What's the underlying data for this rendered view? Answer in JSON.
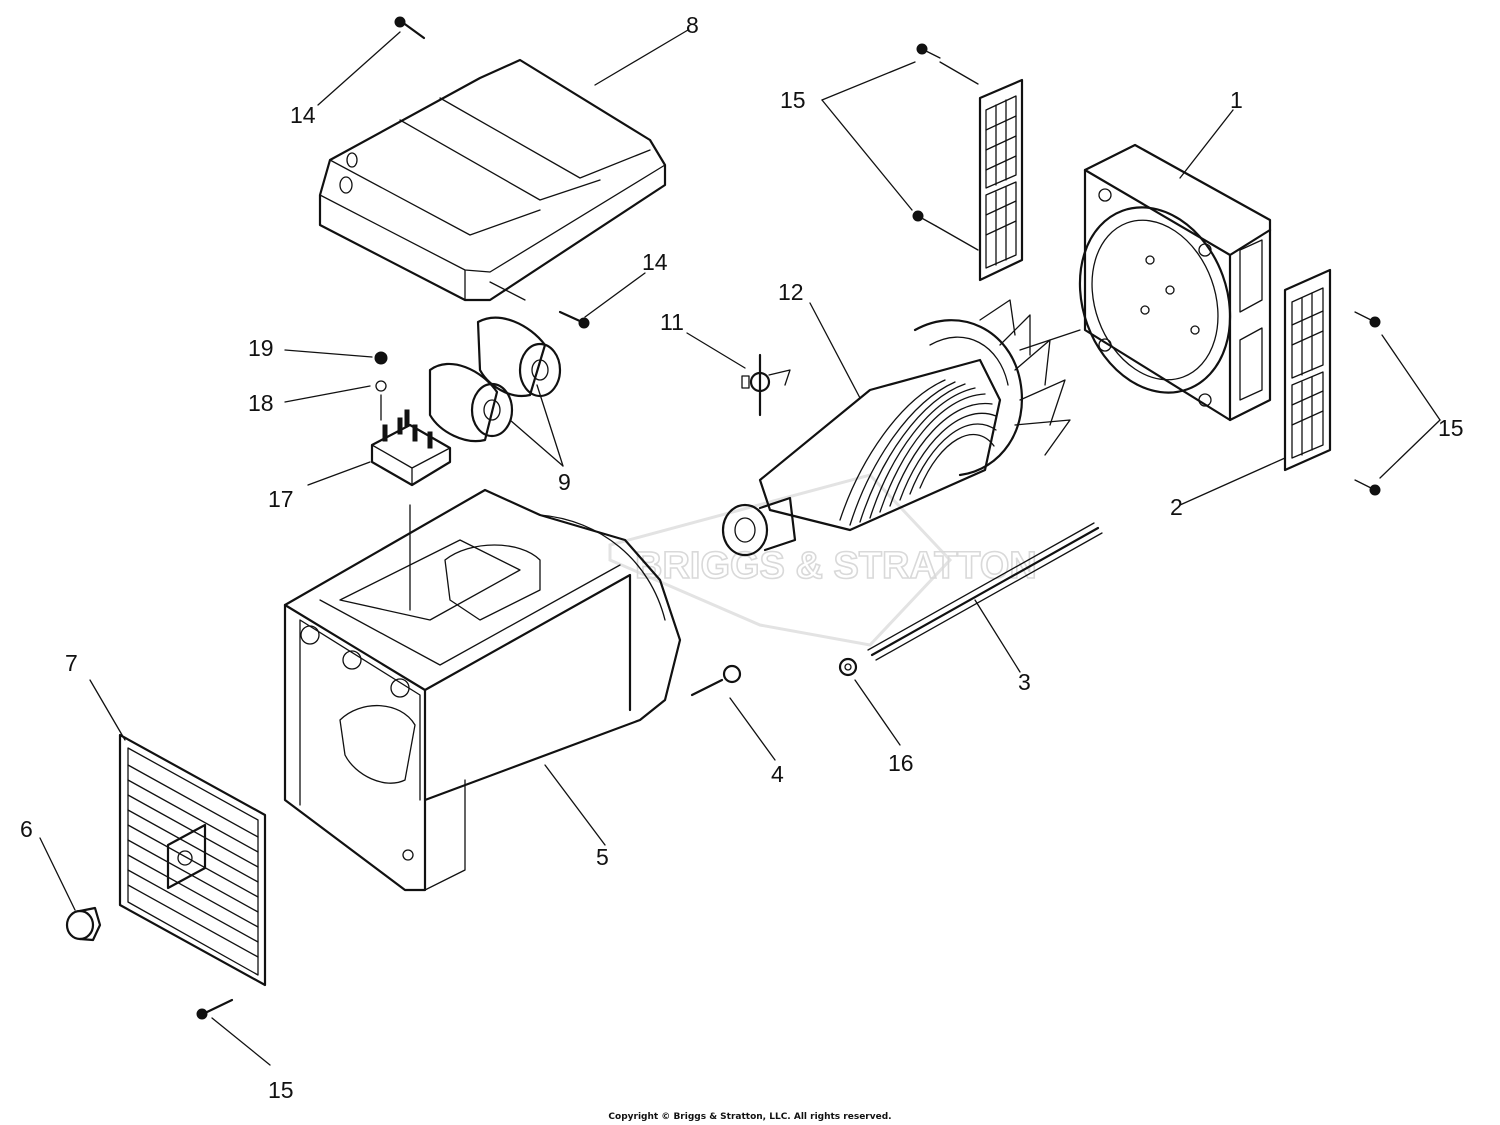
{
  "parts": [
    {
      "id": "callout-1",
      "label": "1"
    },
    {
      "id": "callout-2",
      "label": "2"
    },
    {
      "id": "callout-3",
      "label": "3"
    },
    {
      "id": "callout-4",
      "label": "4"
    },
    {
      "id": "callout-5",
      "label": "5"
    },
    {
      "id": "callout-6",
      "label": "6"
    },
    {
      "id": "callout-7",
      "label": "7"
    },
    {
      "id": "callout-8",
      "label": "8"
    },
    {
      "id": "callout-9",
      "label": "9"
    },
    {
      "id": "callout-11",
      "label": "11"
    },
    {
      "id": "callout-12",
      "label": "12"
    },
    {
      "id": "callout-14a",
      "label": "14"
    },
    {
      "id": "callout-14b",
      "label": "14"
    },
    {
      "id": "callout-15a",
      "label": "15"
    },
    {
      "id": "callout-15b",
      "label": "15"
    },
    {
      "id": "callout-15c",
      "label": "15"
    },
    {
      "id": "callout-16",
      "label": "16"
    },
    {
      "id": "callout-17",
      "label": "17"
    },
    {
      "id": "callout-18",
      "label": "18"
    },
    {
      "id": "callout-19",
      "label": "19"
    }
  ],
  "watermark": "BRIGGS & STRATTON",
  "copyright": "Copyright © Briggs & Stratton, LLC. All rights reserved.",
  "colors": {
    "ink": "#111111",
    "watermark": "#d9d9d9",
    "background": "#ffffff"
  }
}
